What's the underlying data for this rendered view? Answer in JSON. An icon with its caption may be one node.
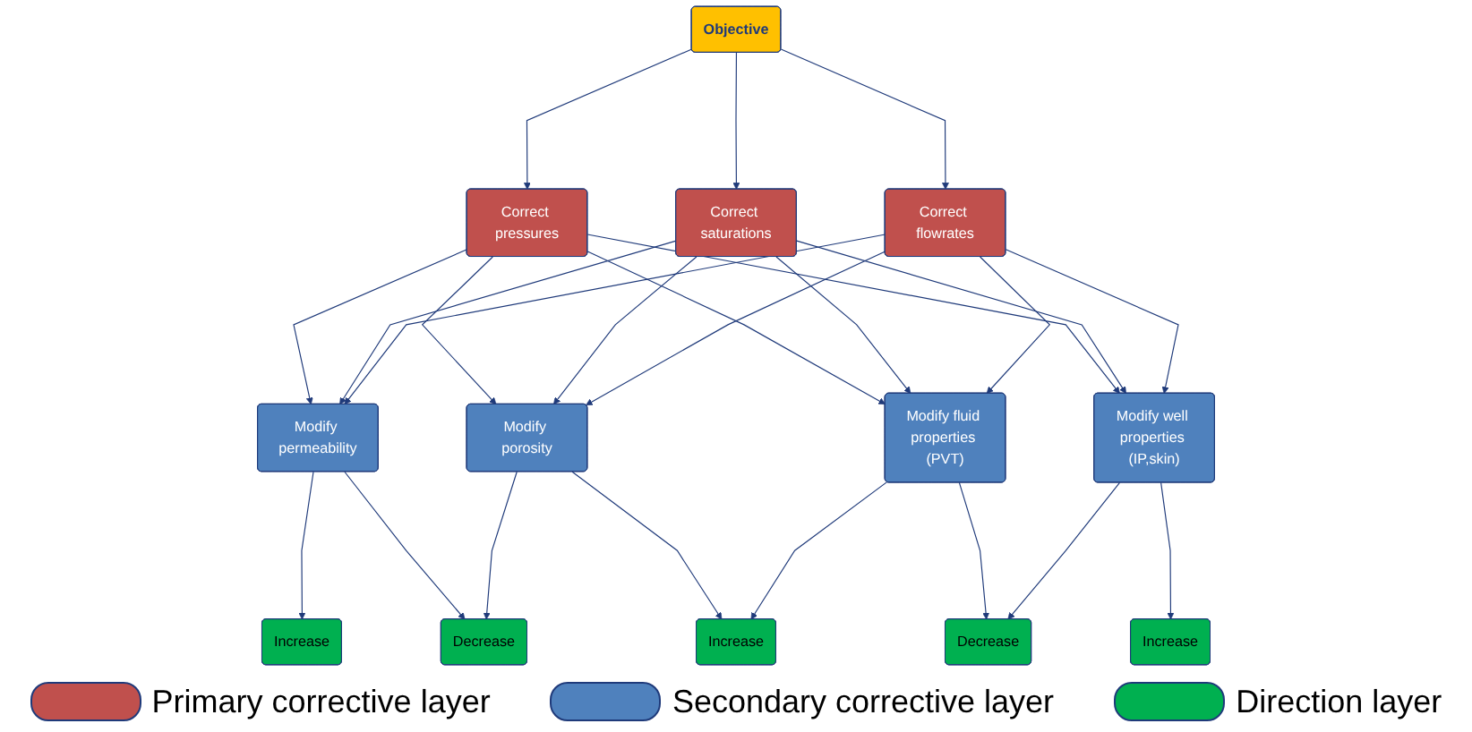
{
  "diagram": {
    "nodes": [
      {
        "text": [
          "Objective"
        ]
      },
      {
        "text": [
          "Correct pressures"
        ]
      },
      {
        "text": [
          "Correct saturations"
        ]
      },
      {
        "text": [
          "Correct flowrates"
        ]
      },
      {
        "text": [
          "Modify permeability"
        ]
      },
      {
        "text": [
          "Modify porosity"
        ]
      },
      {
        "text": [
          "Modify fluid properties (PVT)"
        ]
      },
      {
        "text": [
          "Modify well properties (IP,skin)"
        ]
      },
      {
        "text": [
          "Increase"
        ]
      },
      {
        "text": [
          "Decrease"
        ]
      },
      {
        "text": [
          "Increase"
        ]
      },
      {
        "text": [
          "Decrease"
        ]
      },
      {
        "text": [
          "Increase"
        ]
      }
    ],
    "edges": [
      {
        "from": 0,
        "to": 1,
        "arrow": "to"
      },
      {
        "from": 0,
        "to": 2,
        "arrow": "to"
      },
      {
        "from": 0,
        "to": 3,
        "arrow": "to"
      },
      {
        "from": 1,
        "to": 4,
        "arrow": "to"
      },
      {
        "from": 1,
        "to": 5,
        "arrow": "to"
      },
      {
        "from": 1,
        "to": 6,
        "arrow": "to"
      },
      {
        "from": 1,
        "to": 7,
        "arrow": "to"
      },
      {
        "from": 2,
        "to": 4,
        "arrow": "to"
      },
      {
        "from": 2,
        "to": 5,
        "arrow": "to"
      },
      {
        "from": 2,
        "to": 6,
        "arrow": "to"
      },
      {
        "from": 2,
        "to": 7,
        "arrow": "to"
      },
      {
        "from": 3,
        "to": 4,
        "arrow": "to"
      },
      {
        "from": 3,
        "to": 5,
        "arrow": "to"
      },
      {
        "from": 3,
        "to": 6,
        "arrow": "to"
      },
      {
        "from": 3,
        "to": 7,
        "arrow": "to"
      },
      {
        "from": 4,
        "to": 8,
        "arrow": "to"
      },
      {
        "from": 4,
        "to": 9,
        "arrow": "to"
      },
      {
        "from": 5,
        "to": 9,
        "arrow": "to"
      },
      {
        "from": 5,
        "to": 10,
        "arrow": "to"
      },
      {
        "from": 6,
        "to": 10,
        "arrow": "to"
      },
      {
        "from": 6,
        "to": 11,
        "arrow": "to"
      },
      {
        "from": 7,
        "to": 11,
        "arrow": "to"
      },
      {
        "from": 7,
        "to": 12,
        "arrow": "to"
      }
    ],
    "legend": [
      {
        "text": "Primary corrective layer",
        "color": "#c0504d"
      },
      {
        "text": "Secondary corrective layer",
        "color": "#4f81bd"
      },
      {
        "text": "Direction layer",
        "color": "#00b050"
      }
    ]
  }
}
